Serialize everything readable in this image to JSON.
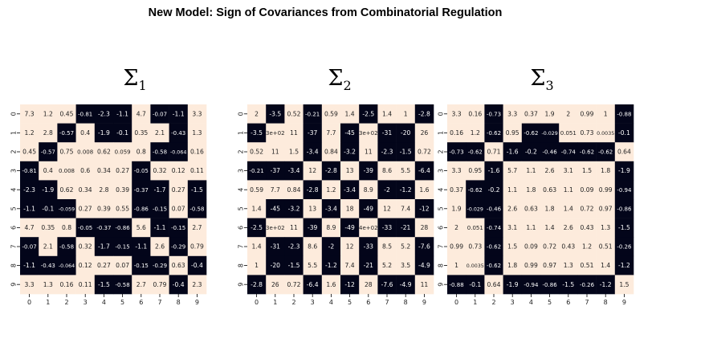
{
  "title": "New Model: Sign of Covariances from Combinatorial Regulation",
  "colors": {
    "positive": "#fdebdc",
    "negative": "#03051a",
    "text_on_positive": "#222222",
    "text_on_negative": "#ffffff"
  },
  "chart_data": [
    {
      "type": "heatmap",
      "title_base": "Σ",
      "title_sub": "1",
      "ticks": [
        "0",
        "1",
        "2",
        "3",
        "4",
        "5",
        "6",
        "7",
        "8",
        "9"
      ],
      "cells": [
        [
          "7.3",
          "1.2",
          "0.45",
          "-0.81",
          "-2.3",
          "-1.1",
          "4.7",
          "-0.07",
          "-1.1",
          "3.3"
        ],
        [
          "1.2",
          "2.8",
          "-0.57",
          "0.4",
          "-1.9",
          "-0.1",
          "0.35",
          "2.1",
          "-0.43",
          "1.3"
        ],
        [
          "0.45",
          "-0.57",
          "0.75",
          "0.008",
          "0.62",
          "0.059",
          "0.8",
          "-0.58",
          "-0.064",
          "0.16"
        ],
        [
          "-0.81",
          "0.4",
          "0.008",
          "0.6",
          "0.34",
          "0.27",
          "-0.05",
          "0.32",
          "0.12",
          "0.11"
        ],
        [
          "-2.3",
          "-1.9",
          "0.62",
          "0.34",
          "2.8",
          "0.39",
          "-0.37",
          "-1.7",
          "0.27",
          "-1.5"
        ],
        [
          "-1.1",
          "-0.1",
          "-0.059",
          "0.27",
          "0.39",
          "0.55",
          "-0.86",
          "-0.15",
          "0.07",
          "-0.58"
        ],
        [
          "4.7",
          "0.35",
          "0.8",
          "-0.05",
          "-0.37",
          "-0.86",
          "5.6",
          "-1.1",
          "-0.15",
          "2.7"
        ],
        [
          "-0.07",
          "2.1",
          "-0.58",
          "0.32",
          "-1.7",
          "-0.15",
          "-1.1",
          "2.6",
          "-0.29",
          "0.79"
        ],
        [
          "-1.1",
          "-0.43",
          "-0.064",
          "0.12",
          "0.27",
          "0.07",
          "-0.15",
          "-0.29",
          "0.63",
          "-0.4"
        ],
        [
          "3.3",
          "1.3",
          "0.16",
          "0.11",
          "-1.5",
          "-0.58",
          "2.7",
          "0.79",
          "-0.4",
          "2.3"
        ]
      ]
    },
    {
      "type": "heatmap",
      "title_base": "Σ",
      "title_sub": "2",
      "ticks": [
        "0",
        "1",
        "2",
        "3",
        "4",
        "5",
        "6",
        "7",
        "8",
        "9"
      ],
      "cells": [
        [
          "2",
          "-3.5",
          "0.52",
          "-0.21",
          "0.59",
          "1.4",
          "-2.5",
          "1.4",
          "1",
          "-2.8"
        ],
        [
          "-3.5",
          "3e+02",
          "11",
          "-37",
          "7.7",
          "-45",
          "3e+02",
          "-31",
          "-20",
          "26"
        ],
        [
          "0.52",
          "11",
          "1.5",
          "-3.4",
          "0.84",
          "-3.2",
          "11",
          "-2.3",
          "-1.5",
          "0.72"
        ],
        [
          "-0.21",
          "-37",
          "-3.4",
          "12",
          "-2.8",
          "13",
          "-39",
          "8.6",
          "5.5",
          "-6.4"
        ],
        [
          "0.59",
          "7.7",
          "0.84",
          "-2.8",
          "1.2",
          "-3.4",
          "8.9",
          "-2",
          "-1.2",
          "1.6"
        ],
        [
          "1.4",
          "-45",
          "-3.2",
          "13",
          "-3.4",
          "18",
          "-49",
          "12",
          "7.4",
          "-12"
        ],
        [
          "-2.5",
          "3e+02",
          "11",
          "-39",
          "8.9",
          "-49",
          "4e+02",
          "-33",
          "-21",
          "28"
        ],
        [
          "1.4",
          "-31",
          "-2.3",
          "8.6",
          "-2",
          "12",
          "-33",
          "8.5",
          "5.2",
          "-7.6"
        ],
        [
          "1",
          "-20",
          "-1.5",
          "5.5",
          "-1.2",
          "7.4",
          "-21",
          "5.2",
          "3.5",
          "-4.9"
        ],
        [
          "-2.8",
          "26",
          "0.72",
          "-6.4",
          "1.6",
          "-12",
          "28",
          "-7.6",
          "-4.9",
          "11"
        ]
      ]
    },
    {
      "type": "heatmap",
      "title_base": "Σ",
      "title_sub": "3",
      "ticks": [
        "0",
        "1",
        "2",
        "3",
        "4",
        "5",
        "6",
        "7",
        "8",
        "9"
      ],
      "cells": [
        [
          "3.3",
          "0.16",
          "-0.73",
          "3.3",
          "0.37",
          "1.9",
          "2",
          "0.99",
          "1",
          "-0.88"
        ],
        [
          "0.16",
          "1.2",
          "-0.62",
          "0.95",
          "-0.62",
          "-0.029",
          "0.051",
          "0.73",
          "0.0035",
          "-0.1"
        ],
        [
          "-0.73",
          "-0.62",
          "0.71",
          "-1.6",
          "-0.2",
          "-0.46",
          "-0.74",
          "-0.62",
          "-0.62",
          "0.64"
        ],
        [
          "3.3",
          "0.95",
          "-1.6",
          "5.7",
          "1.1",
          "2.6",
          "3.1",
          "1.5",
          "1.8",
          "-1.9"
        ],
        [
          "0.37",
          "-0.62",
          "-0.2",
          "1.1",
          "1.8",
          "0.63",
          "1.1",
          "0.09",
          "0.99",
          "-0.94"
        ],
        [
          "1.9",
          "-0.029",
          "-0.46",
          "2.6",
          "0.63",
          "1.8",
          "1.4",
          "0.72",
          "0.97",
          "-0.86"
        ],
        [
          "2",
          "0.051",
          "-0.74",
          "3.1",
          "1.1",
          "1.4",
          "2.6",
          "0.43",
          "1.3",
          "-1.5"
        ],
        [
          "0.99",
          "0.73",
          "-0.62",
          "1.5",
          "0.09",
          "0.72",
          "0.43",
          "1.2",
          "0.51",
          "-0.26"
        ],
        [
          "1",
          "0.0035",
          "-0.62",
          "1.8",
          "0.99",
          "0.97",
          "1.3",
          "0.51",
          "1.4",
          "-1.2"
        ],
        [
          "-0.88",
          "-0.1",
          "0.64",
          "-1.9",
          "-0.94",
          "-0.86",
          "-1.5",
          "-0.26",
          "-1.2",
          "1.5"
        ]
      ]
    }
  ]
}
